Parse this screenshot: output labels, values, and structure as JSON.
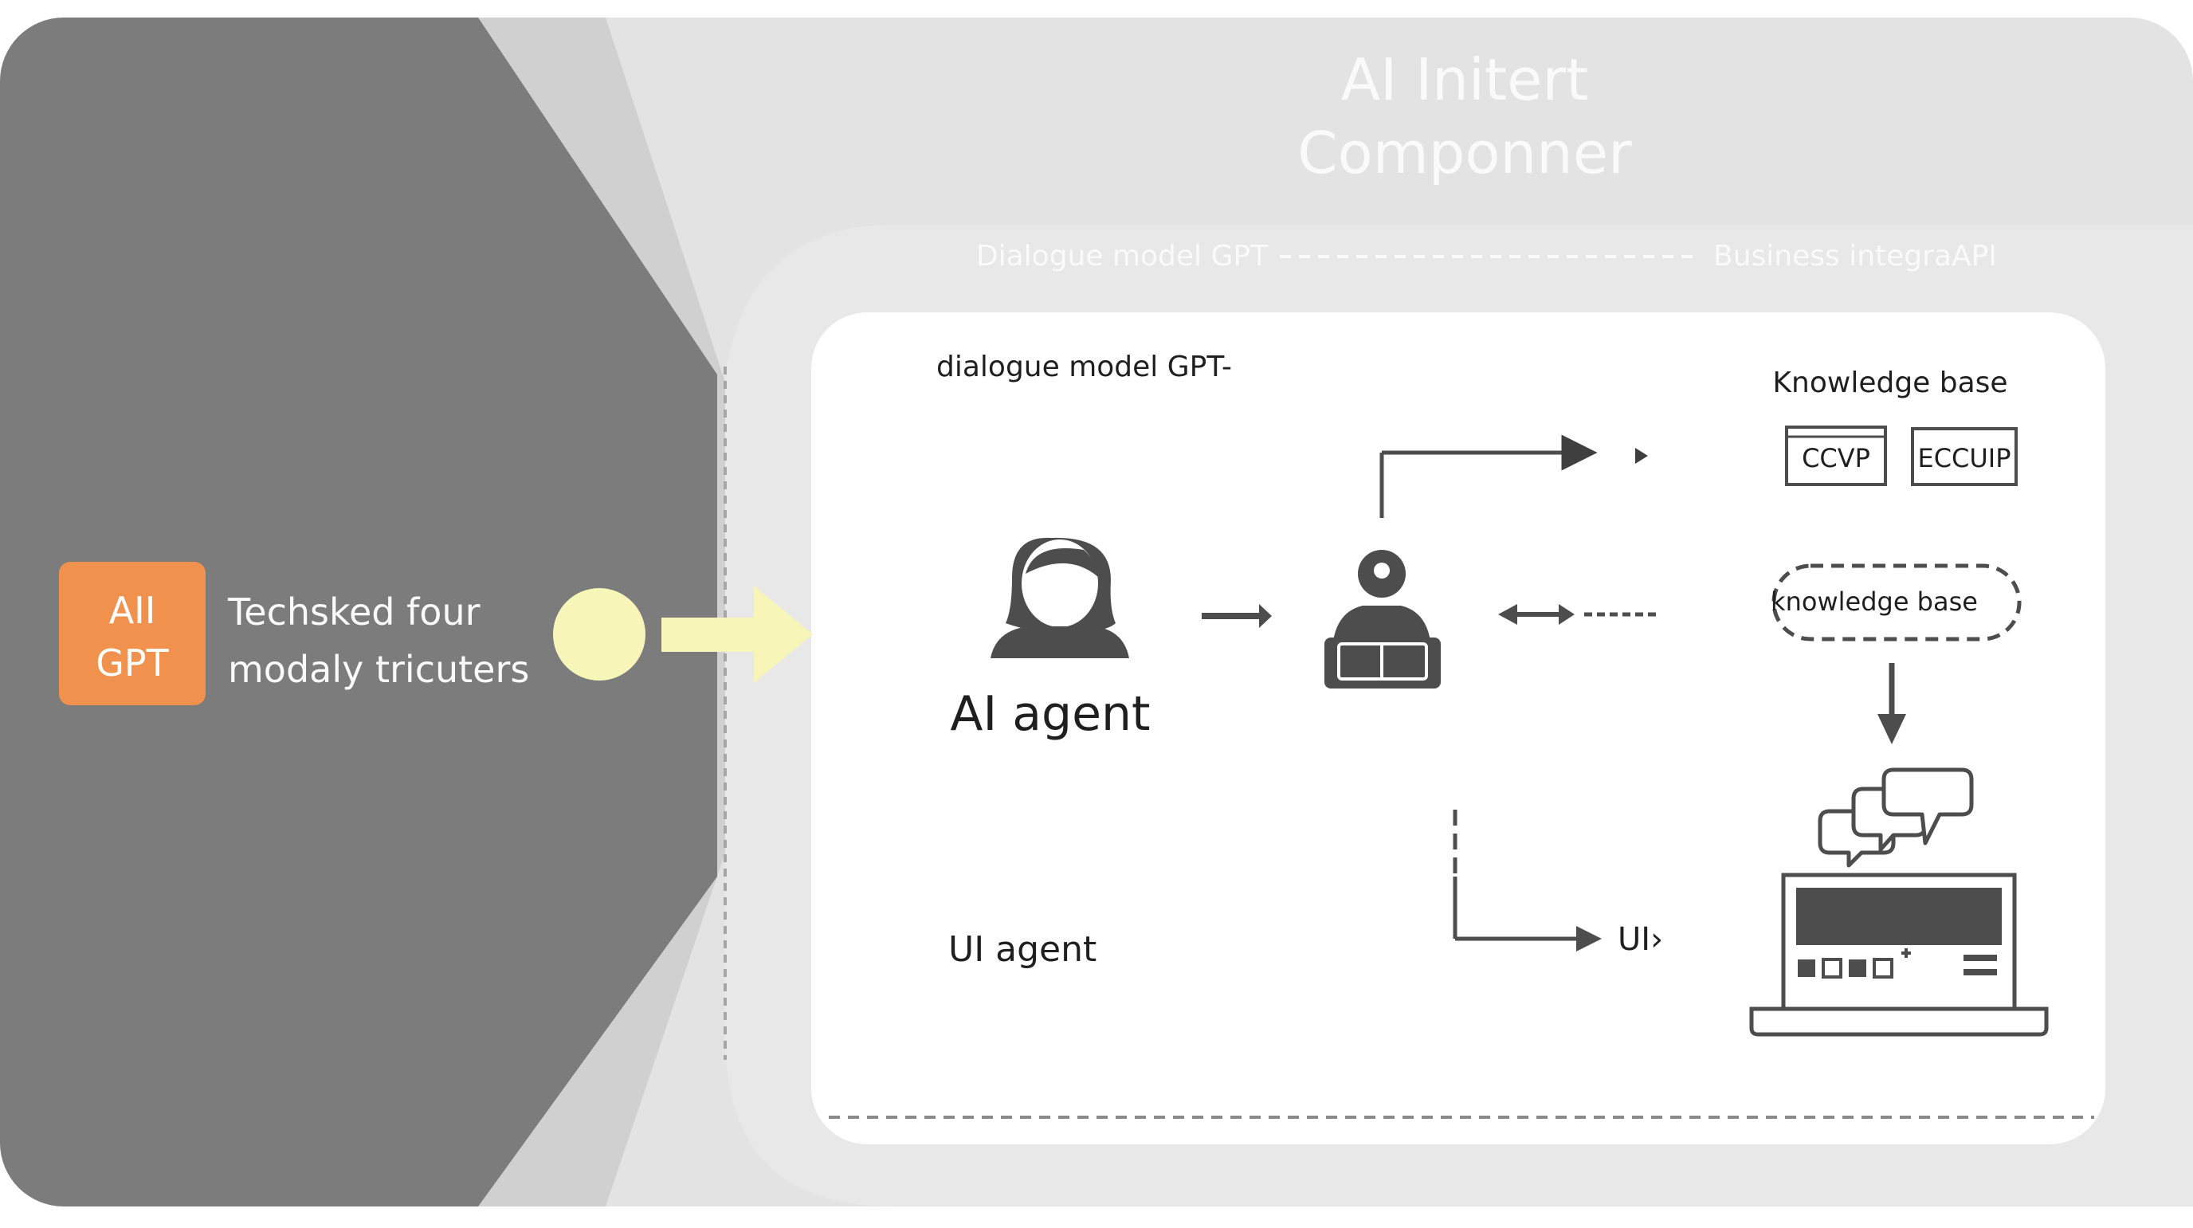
{
  "header": {
    "title_line1": "AI Initert",
    "title_line2": "Componner"
  },
  "top_bar": {
    "left_label": "Dialogue model GPT",
    "right_label": "Business integraAPI"
  },
  "left_panel": {
    "badge_line1": "AII",
    "badge_line2": "GPT",
    "caption_line1": "Techsked four",
    "caption_line2": "modaly tricuters"
  },
  "main": {
    "dialogue_label": "dialogue model GPT-",
    "agent_label": "AI agent",
    "ui_agent_label": "UI agent",
    "ui_arrow_label": "UI›",
    "knowledge": {
      "title": "Knowledge base",
      "box1": "CCVP",
      "box2": "ECCUIP",
      "pill": "knowledge base"
    }
  },
  "colors": {
    "dark_panel": "#7c7c7c",
    "badge": "#f0924d",
    "highlight": "#f7f6b8",
    "card": "#ffffff",
    "outer": "#e3e3e3"
  },
  "icons": [
    "person-icon",
    "user-at-laptop-icon",
    "chat-bubbles-icon",
    "laptop-icon"
  ]
}
